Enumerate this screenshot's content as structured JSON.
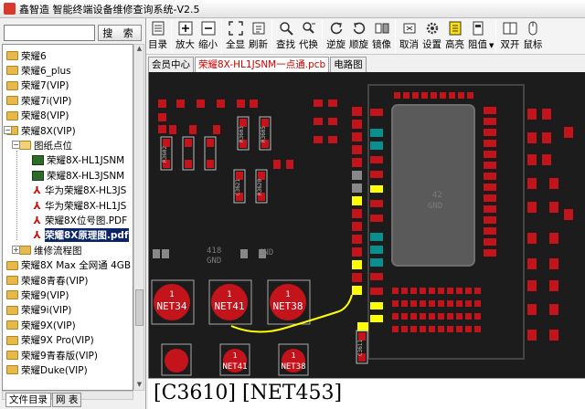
{
  "window": {
    "title": "鑫智造 智能终端设备维修查询系统-V2.5"
  },
  "toolbar": {
    "items": [
      {
        "label": "目录",
        "icon": "catalog-icon"
      },
      {
        "label": "放大",
        "icon": "zoom-in-icon"
      },
      {
        "label": "缩小",
        "icon": "zoom-out-icon"
      },
      {
        "label": "全显",
        "icon": "fit-all-icon"
      },
      {
        "label": "刷新",
        "icon": "refresh-icon"
      },
      {
        "label": "查找",
        "icon": "search-icon"
      },
      {
        "label": "代换",
        "icon": "replace-icon"
      },
      {
        "label": "逆旋",
        "icon": "rotate-ccw-icon"
      },
      {
        "label": "顺旋",
        "icon": "rotate-cw-icon"
      },
      {
        "label": "镜像",
        "icon": "mirror-icon"
      },
      {
        "label": "取消",
        "icon": "cancel-icon"
      },
      {
        "label": "设置",
        "icon": "settings-icon"
      },
      {
        "label": "高亮",
        "icon": "highlight-icon"
      },
      {
        "label": "阻值",
        "icon": "resistance-icon"
      },
      {
        "label": "双开",
        "icon": "dual-open-icon"
      },
      {
        "label": "鼠标",
        "icon": "mouse-icon"
      }
    ]
  },
  "search": {
    "value": "",
    "button": "搜 索"
  },
  "tree": {
    "rows": [
      {
        "label": "荣耀6",
        "kind": "folder"
      },
      {
        "label": "荣耀6_plus",
        "kind": "folder"
      },
      {
        "label": "荣耀7(VIP)",
        "kind": "folder"
      },
      {
        "label": "荣耀7i(VIP)",
        "kind": "folder"
      },
      {
        "label": "荣耀8(VIP)",
        "kind": "folder"
      },
      {
        "label": "荣耀8X(VIP)",
        "kind": "folder"
      },
      {
        "label": "图纸点位",
        "kind": "folder-open"
      },
      {
        "label": "荣耀8X-HL1JSNM",
        "kind": "pcb"
      },
      {
        "label": "荣耀8X-HL3JSNM",
        "kind": "pcb"
      },
      {
        "label": "华为荣耀8X-HL3JS",
        "kind": "pdf"
      },
      {
        "label": "华为荣耀8X-HL1JS",
        "kind": "pdf"
      },
      {
        "label": "荣耀8X位号图.PDF",
        "kind": "pdf"
      },
      {
        "label": "荣耀8X原理图.pdf",
        "kind": "pdf"
      },
      {
        "label": "维修流程图",
        "kind": "folder"
      },
      {
        "label": "荣耀8X Max 全网通 4GB",
        "kind": "folder"
      },
      {
        "label": "荣耀8青春(VIP)",
        "kind": "folder"
      },
      {
        "label": "荣耀9(VIP)",
        "kind": "folder"
      },
      {
        "label": "荣耀9i(VIP)",
        "kind": "folder"
      },
      {
        "label": "荣耀9X(VIP)",
        "kind": "folder"
      },
      {
        "label": "荣耀9X Pro(VIP)",
        "kind": "folder"
      },
      {
        "label": "荣耀9青春版(VIP)",
        "kind": "folder"
      },
      {
        "label": "荣耀Duke(VIP)",
        "kind": "folder"
      }
    ],
    "selected_index": 12
  },
  "bottom_tabs": [
    {
      "label": "文件目录"
    },
    {
      "label": "网 表"
    }
  ],
  "doc_tabs": [
    {
      "label": "会员中心"
    },
    {
      "label": "荣耀8X-HL1JSNM一点通.pcb"
    },
    {
      "label": "电路图"
    }
  ],
  "doc_tab_active": 1,
  "board": {
    "pads": [
      {
        "label": "NET34"
      },
      {
        "label": "NET41"
      },
      {
        "label": "NET38"
      },
      {
        "label": "NET41"
      },
      {
        "label": "NET38"
      }
    ],
    "pin_label": "1",
    "gnd_labels": [
      "GND",
      "GND",
      "GND"
    ],
    "gnd_pins": [
      "418",
      "42"
    ],
    "components": [
      "R3602",
      "R3603",
      "R3605",
      "C3621",
      "C3602",
      "R3620",
      "C3611"
    ]
  },
  "status": {
    "text": "[C3610] [NET453]"
  },
  "colors": {
    "board": "#1c1c1c",
    "pad": "#c4141b",
    "highlight": "#ffff00",
    "teal": "#0a8f8f",
    "selection": "#0a246a"
  }
}
